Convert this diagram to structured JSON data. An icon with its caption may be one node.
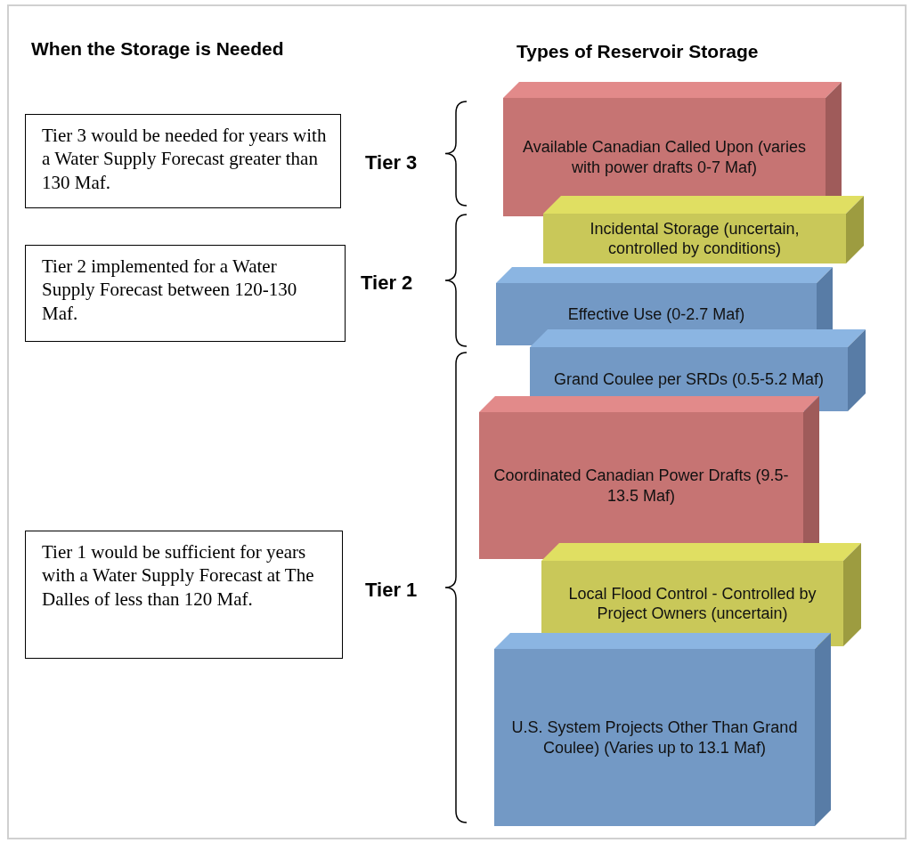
{
  "diagram": {
    "nodes": [
      {
        "text": [
          "Tier 3 would be needed for years with a Water Supply Forecast greater than 130 Maf."
        ]
      },
      {
        "text": [
          "Tier 2 implemented for a Water Supply Forecast between 120-130 Maf."
        ]
      },
      {
        "text": [
          "Tier 1 would be sufficient for years with a Water Supply Forecast at The Dalles of less than 120 Maf."
        ]
      },
      {
        "text": [
          "Available Canadian Called Upon (varies with power drafts 0-7 Maf)"
        ]
      },
      {
        "text": [
          "Incidental Storage (uncertain, controlled by conditions)"
        ]
      },
      {
        "text": [
          "Effective Use (0-2.7 Maf)"
        ]
      },
      {
        "text": [
          "Grand Coulee per SRDs (0.5-5.2 Maf)"
        ]
      },
      {
        "text": [
          "Coordinated Canadian Power Drafts (9.5-13.5 Maf)"
        ]
      },
      {
        "text": [
          "Local Flood Control - Controlled by Project Owners (uncertain)"
        ]
      },
      {
        "text": [
          "U.S. System Projects Other Than Grand Coulee) (Varies up to 13.1 Maf)"
        ]
      }
    ],
    "labels": [
      "When the Storage is Needed",
      "Types of Reservoir Storage",
      "Tier 3",
      "Tier 2",
      "Tier 1"
    ]
  }
}
